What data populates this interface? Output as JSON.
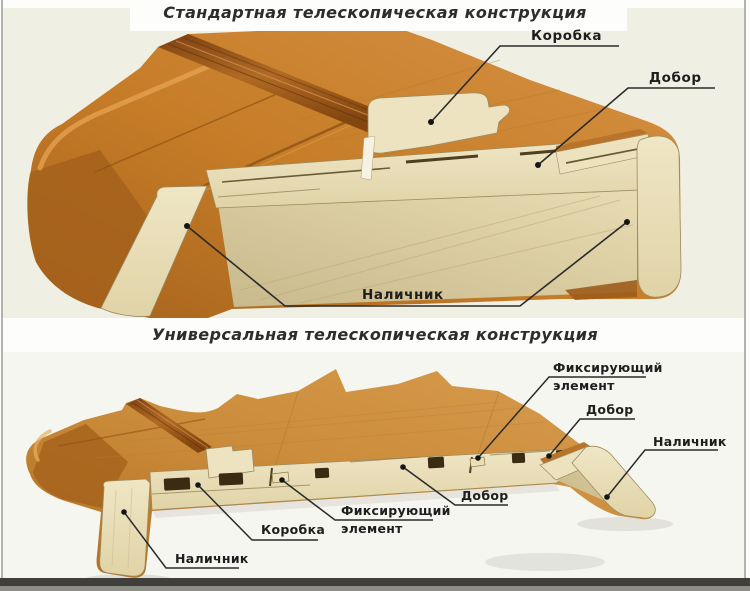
{
  "sections": [
    {
      "title": "Стандартная телескопическая конструкция",
      "labels": {
        "korobka": "Коробка",
        "dobor": "Добор",
        "nalichnik": "Наличник"
      }
    },
    {
      "title": "Универсальная телескопическая конструкция",
      "labels": {
        "fixing_top": "Фиксирующий элемент",
        "dobor_right": "Добор",
        "nalichnik_right": "Наличник",
        "dobor_center": "Добор",
        "fixing_center": "Фиксирующий элемент",
        "korobka": "Коробка",
        "nalichnik_left": "Наличник"
      }
    }
  ],
  "colors": {
    "background_top": "#f0efe4",
    "background_bottom": "#f6f6f0",
    "wood_light": "#d59244",
    "wood_mid": "#c67c27",
    "wood_dark": "#a2601c",
    "molding": "#8a4c15",
    "cut_face": "#ebe1bd",
    "underside": "#d7c99c",
    "leader_line": "#2a2a2a",
    "text": "#1e1e1e",
    "frame_edge": "#b3b3ae",
    "bottom_bar": "#403f3b"
  }
}
